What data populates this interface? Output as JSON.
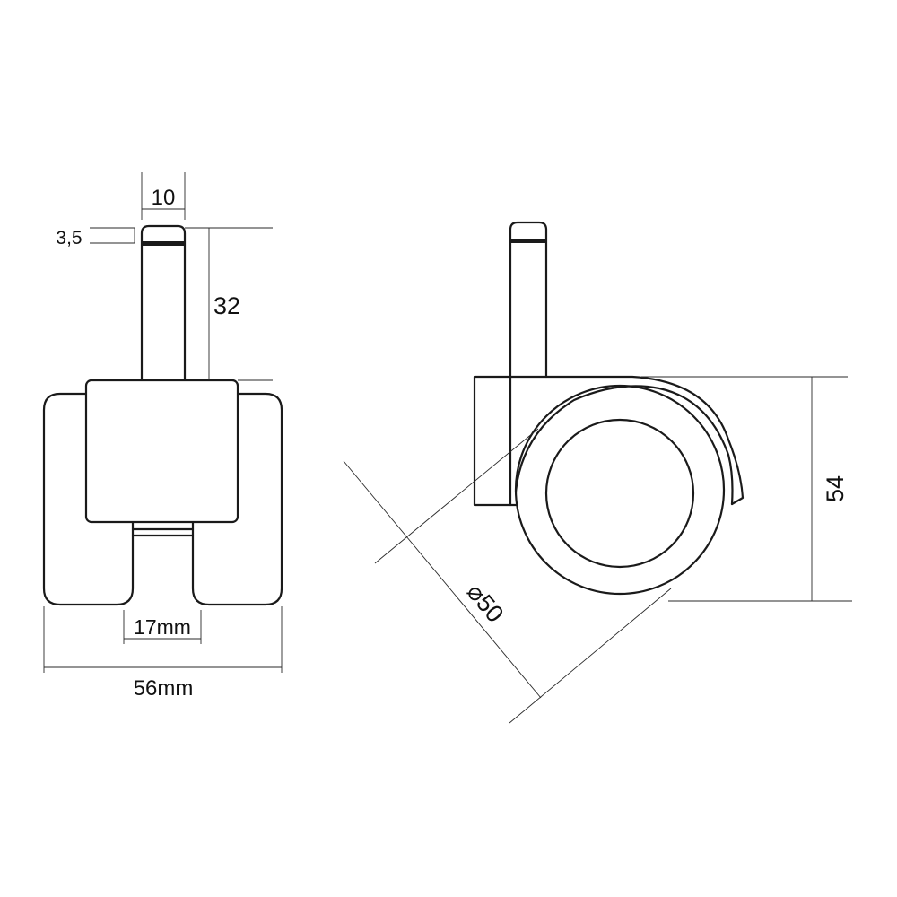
{
  "drawing": {
    "front_view": {
      "dimensions": {
        "stem_width": "10",
        "ring_height": "3,5",
        "stem_height": "32",
        "wheel_gap": "17mm",
        "overall_width": "56mm"
      }
    },
    "side_view": {
      "dimensions": {
        "wheel_diameter": "⌀50",
        "overall_height": "54"
      }
    }
  }
}
